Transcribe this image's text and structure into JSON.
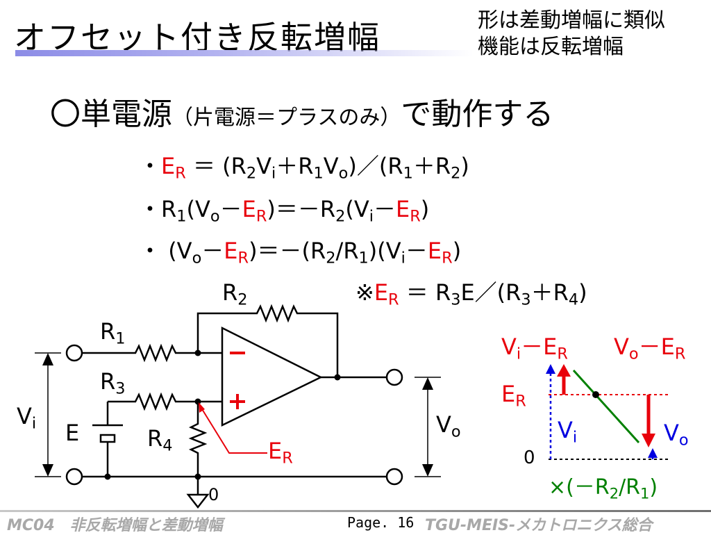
{
  "header": {
    "title": "オフセット付き反転増幅",
    "note_line1": "形は差動増幅に類似",
    "note_line2": "機能は反転増幅"
  },
  "subtitle": {
    "main": "〇単電源",
    "paren": "（片電源＝プラスのみ）",
    "tail": "で動作する"
  },
  "equations": {
    "bullet": "・",
    "er": "E",
    "er_sub": "R",
    "eq1_a": " ＝ (R",
    "eq1_b": "2",
    "eq1_c": "V",
    "eq1_d": "i",
    "eq1_e": "＋R",
    "eq1_f": "1",
    "eq1_g": "V",
    "eq1_h": "o",
    "eq1_i": ")／(R",
    "eq1_j": "1",
    "eq1_k": "＋R",
    "eq1_l": "2",
    "eq1_m": ")",
    "eq2_a": "R",
    "eq2_b": "1",
    "eq2_c": "(V",
    "eq2_d": "o",
    "eq2_e": "－",
    "eq2_f": ")＝－R",
    "eq2_g": "2",
    "eq2_h": "(V",
    "eq2_i": "i",
    "eq2_j": "－",
    "eq2_k": ")",
    "eq3_a": " (V",
    "eq3_b": "o",
    "eq3_c": "－",
    "eq3_d": ")＝－(R",
    "eq3_e": "2",
    "eq3_f": "/R",
    "eq3_g": "1",
    "eq3_h": ")(V",
    "eq3_i": "i",
    "eq3_j": "－",
    "eq3_k": ")",
    "eq4_a": "※",
    "eq4_b": " ＝ R",
    "eq4_c": "3",
    "eq4_d": "E／(R",
    "eq4_e": "3",
    "eq4_f": "＋R",
    "eq4_g": "4",
    "eq4_h": ")"
  },
  "circuit": {
    "r1": "R",
    "r1_sub": "1",
    "r2": "R",
    "r2_sub": "2",
    "r3": "R",
    "r3_sub": "3",
    "r4": "R",
    "r4_sub": "4",
    "vi": "V",
    "vi_sub": "i",
    "vo": "V",
    "vo_sub": "o",
    "e": "E",
    "er": "E",
    "er_sub": "R",
    "zero": "0",
    "minus": "−",
    "plus": "+"
  },
  "graph": {
    "vi_er": "V",
    "vi_er_sub": "i",
    "vi_er_dash": "－E",
    "vi_er_sub2": "R",
    "vo_er": "V",
    "vo_er_sub": "o",
    "vo_er_dash": "－E",
    "vo_er_sub2": "R",
    "er": "E",
    "er_sub": "R",
    "vi": "V",
    "vi_sub": "i",
    "vo": "V",
    "vo_sub": "o",
    "zero": "0",
    "gain": "×(－R",
    "gain_sub1": "2",
    "gain_mid": "/R",
    "gain_sub2": "1",
    "gain_end": ")"
  },
  "footer": {
    "left": "MC04　非反転増幅と差動増幅",
    "page": "Page. 16",
    "right": "TGU-MEIS-メカトロニクス総合"
  },
  "colors": {
    "red": "#e8000b",
    "blue": "#0000e0",
    "green": "#008000",
    "title_line": "#8c8ce6"
  }
}
